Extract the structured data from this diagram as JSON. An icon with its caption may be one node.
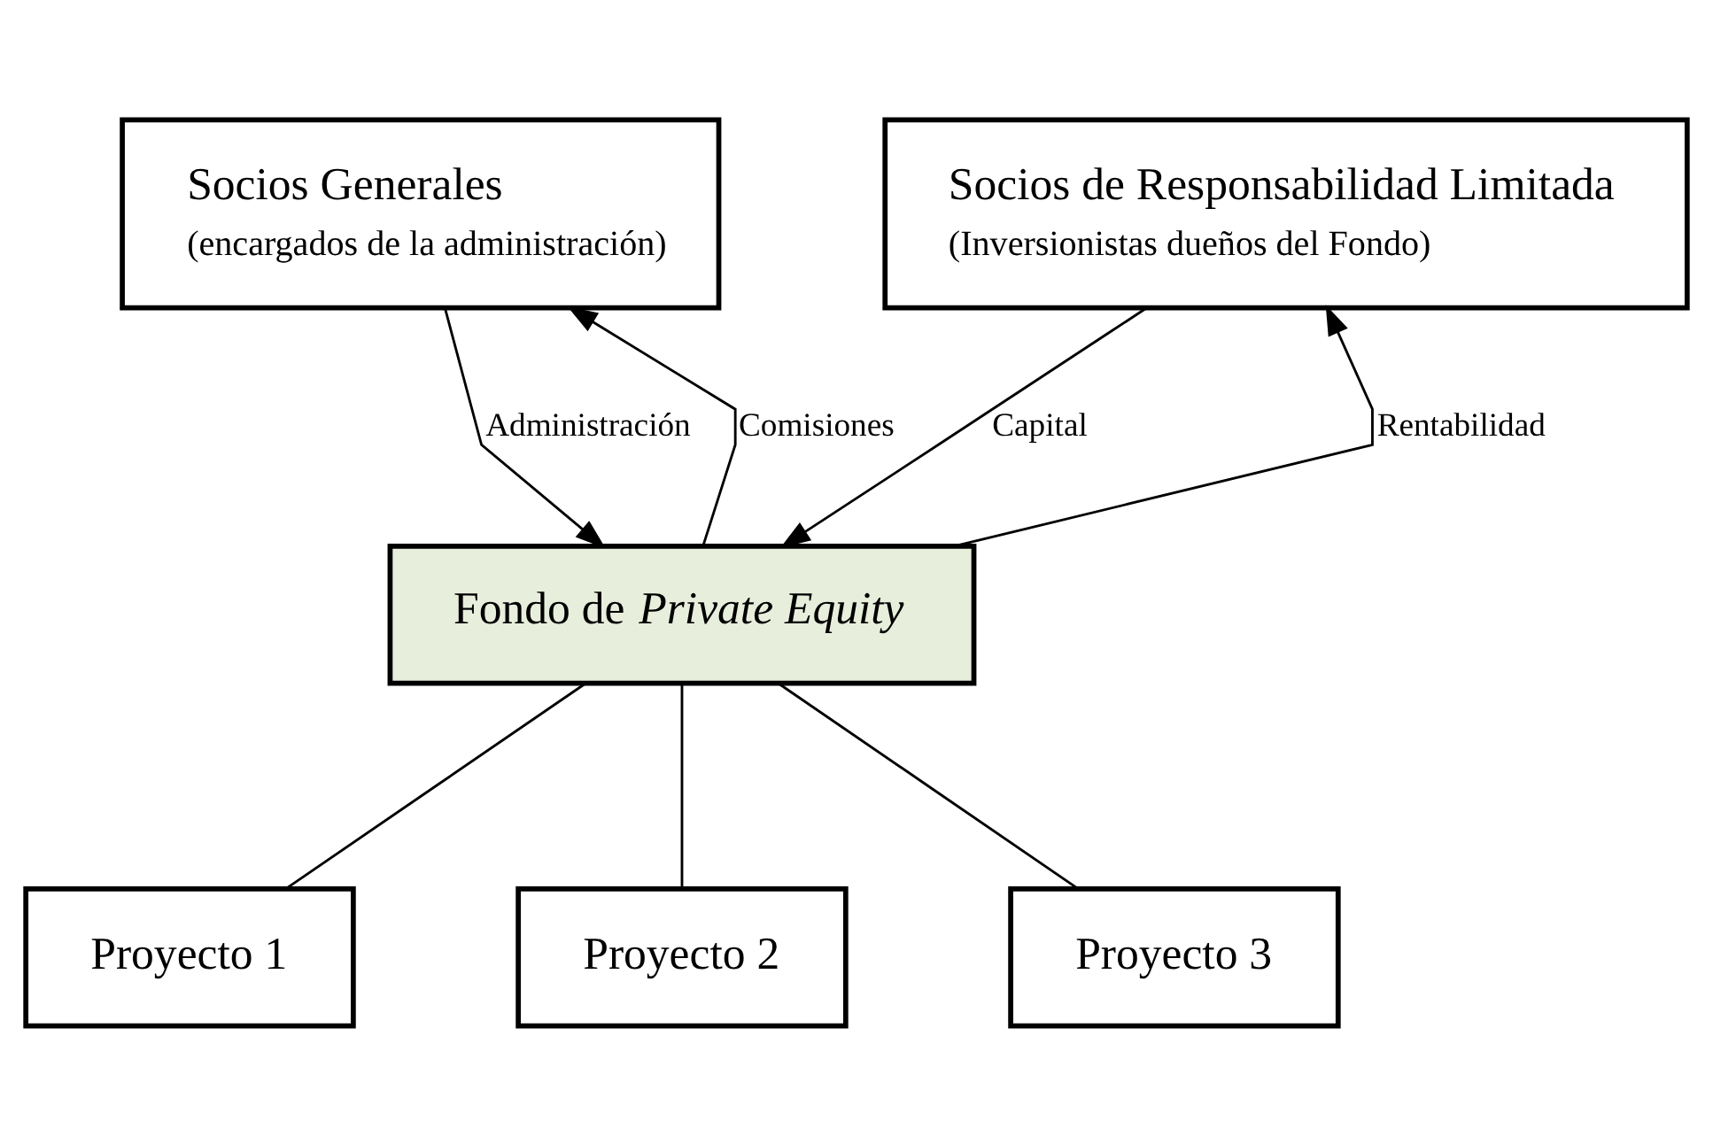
{
  "diagram": {
    "nodes": [
      {
        "text": [
          "Socios Generales",
          "(encargados de la administración)"
        ]
      },
      {
        "text": [
          "Socios de Responsabilidad Limitada",
          "(Inversionistas dueños del Fondo)"
        ]
      },
      {
        "text": [
          "Fondo de *Private Equity*"
        ]
      },
      {
        "text": [
          "Proyecto 1"
        ]
      },
      {
        "text": [
          "Proyecto 2"
        ]
      },
      {
        "text": [
          "Proyecto 3"
        ]
      }
    ],
    "edges": [
      {
        "from": 2,
        "to": 0,
        "arrow": "to",
        "label": "Comisiones"
      },
      {
        "from": 0,
        "to": 2,
        "arrow": "to",
        "label": "Administración"
      },
      {
        "from": 2,
        "to": 1,
        "arrow": "to",
        "label": "Rentabilidad"
      },
      {
        "from": 1,
        "to": 2,
        "arrow": "to",
        "label": "Capital"
      },
      {
        "from": 2,
        "to": 3,
        "arrow": "none"
      },
      {
        "from": 2,
        "to": 4,
        "arrow": "none"
      },
      {
        "from": 2,
        "to": 5,
        "arrow": "none"
      }
    ]
  }
}
